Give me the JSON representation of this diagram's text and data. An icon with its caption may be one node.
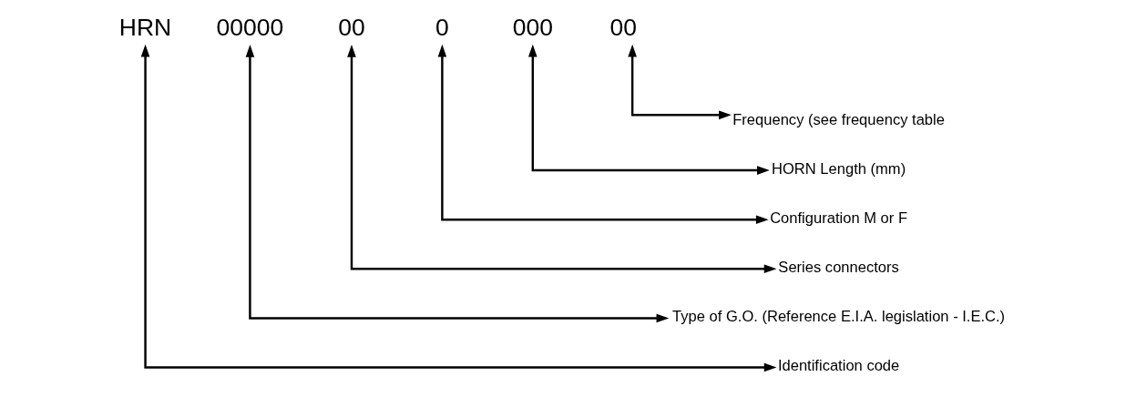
{
  "diagram": {
    "nodes": [
      {
        "text": [
          "HRN"
        ]
      },
      {
        "text": [
          "00000"
        ]
      },
      {
        "text": [
          "00"
        ]
      },
      {
        "text": [
          "0"
        ]
      },
      {
        "text": [
          "000"
        ]
      },
      {
        "text": [
          "00"
        ]
      },
      {
        "text": [
          "Frequency (see frequency table"
        ]
      },
      {
        "text": [
          "HORN Length (mm)"
        ]
      },
      {
        "text": [
          "Configuration M or F"
        ]
      },
      {
        "text": [
          "Series connectors"
        ]
      },
      {
        "text": [
          "Type of G.O. (Reference E.I.A. legislation - I.E.C.)"
        ]
      },
      {
        "text": [
          "Identification code"
        ]
      }
    ],
    "edges": [
      {
        "from": 5,
        "to": 6,
        "arrow": "both"
      },
      {
        "from": 4,
        "to": 7,
        "arrow": "both"
      },
      {
        "from": 3,
        "to": 8,
        "arrow": "both"
      },
      {
        "from": 2,
        "to": 9,
        "arrow": "both"
      },
      {
        "from": 1,
        "to": 10,
        "arrow": "both"
      },
      {
        "from": 0,
        "to": 11,
        "arrow": "both"
      }
    ]
  }
}
